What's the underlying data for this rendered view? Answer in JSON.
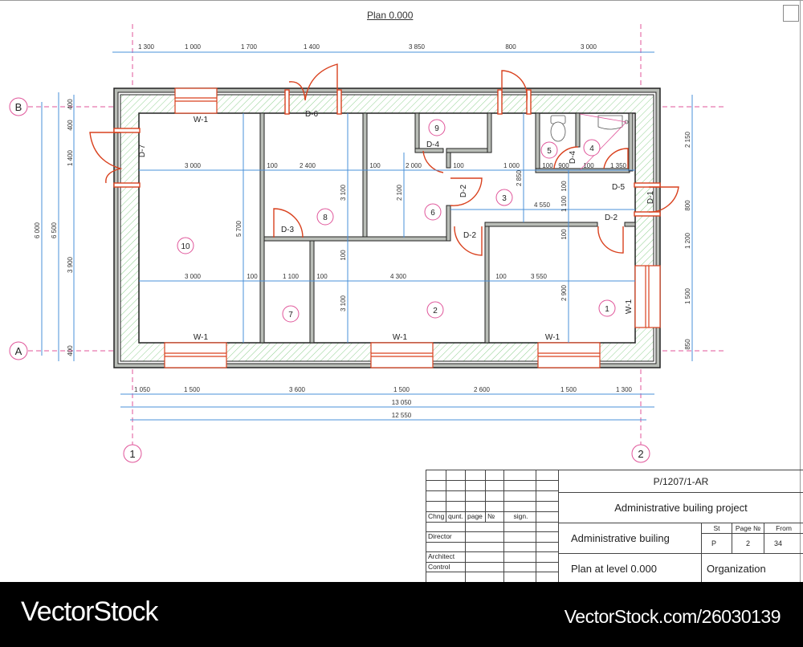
{
  "drawing": {
    "title": "Plan 0.000",
    "colors": {
      "dimension_line": "#4a90d9",
      "axis_line": "#e0559a",
      "door_window": "#d9411e",
      "wall_outline": "#222222",
      "wall_fill": "#b9bdb7",
      "hatch": "#8fd08f"
    },
    "axes": {
      "horizontal": [
        "B",
        "A"
      ],
      "vertical": [
        "1",
        "2"
      ]
    },
    "dimensions": {
      "top": [
        "1 300",
        "1 000",
        "1 700",
        "1 400",
        "3 850",
        "800",
        "3 000"
      ],
      "bottom": [
        "1 050",
        "1 500",
        "3 600",
        "1 500",
        "2 600",
        "1 500",
        "1 300"
      ],
      "bottom_total_outer": "13 050",
      "bottom_total_axes": "12 550",
      "left_chain": [
        "400",
        "400",
        "1 400",
        "3 900",
        "400"
      ],
      "left_total_outer": "6 500",
      "left_total_axes": "6 000",
      "right_chain": [
        "2 150",
        "800",
        "1 200",
        "1 500",
        "850"
      ],
      "interior_row1": [
        "3 000",
        "100",
        "2 400",
        "100",
        "2 000",
        "100",
        "1 000",
        "100",
        "900",
        "100",
        "1 350"
      ],
      "interior_row2": [
        "3 000",
        "100",
        "1 100",
        "100",
        "4 300",
        "100",
        "3 550"
      ],
      "interior_vertical": [
        "5 700",
        "3 100",
        "100",
        "3 100",
        "2 100",
        "2 850",
        "100",
        "1 100",
        "100",
        "2 900"
      ],
      "corridor_width": "4 550"
    },
    "openings": {
      "windows": [
        "W-1",
        "W-1",
        "W-1",
        "W-1",
        "W-1"
      ],
      "doors": [
        "D-1",
        "D-2",
        "D-2",
        "D-2",
        "D-3",
        "D-4",
        "D-4",
        "D-5",
        "D-6",
        "D-7"
      ]
    },
    "rooms": [
      "1",
      "2",
      "3",
      "4",
      "5",
      "6",
      "7",
      "8",
      "9",
      "10"
    ]
  },
  "title_block": {
    "revision_headers": [
      "Chng",
      "qunt.",
      "page",
      "№",
      "sign."
    ],
    "roles": [
      "Director",
      "Architect",
      "Control"
    ],
    "project_code": "P/1207/1-AR",
    "project_name": "Administrative builing project",
    "building_name": "Administrative builing",
    "sheet_name": "Plan at level 0.000",
    "organization": "Organization",
    "stage_header": "St",
    "page_header": "Page №",
    "from_header": "From",
    "stage_value": "P",
    "page_value": "2",
    "from_value": "34"
  },
  "footer": {
    "brand": "VectorStock",
    "url": "VectorStock.com/26030139"
  }
}
